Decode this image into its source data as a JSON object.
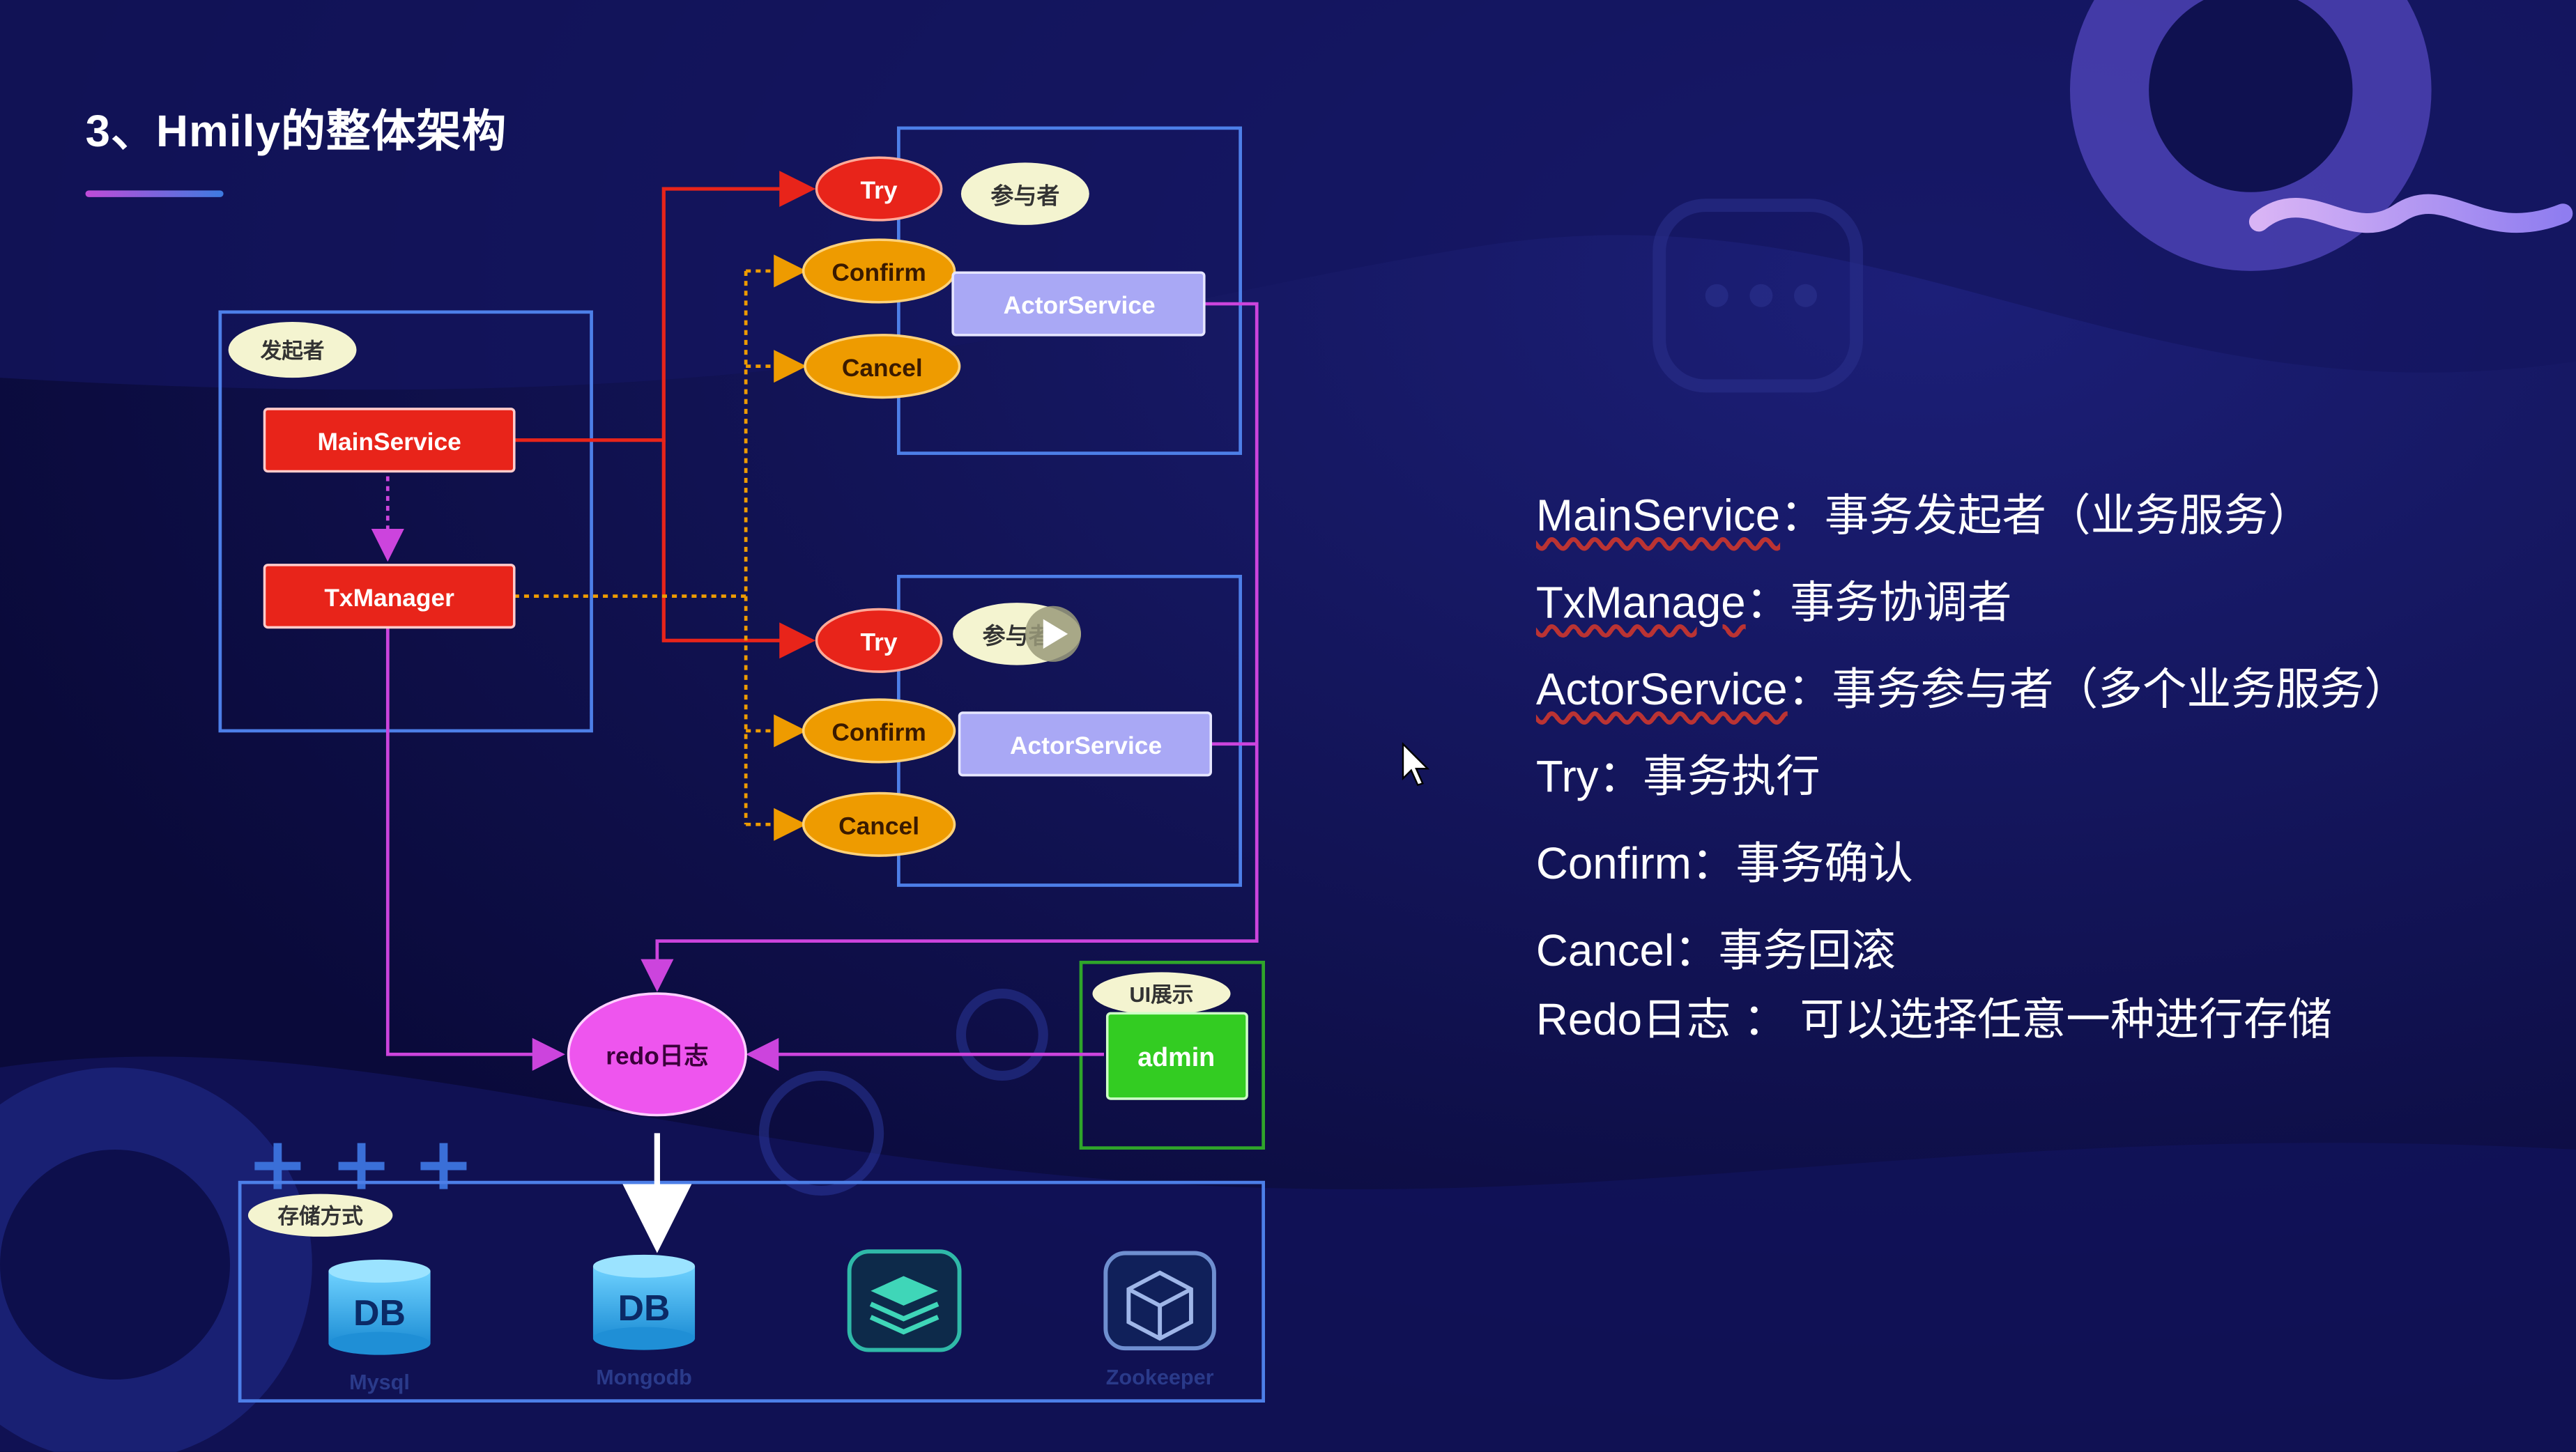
{
  "slide": {
    "title": "3、Hmily的整体架构"
  },
  "diagram": {
    "initiator_tag": "发起者",
    "main_service": "MainService",
    "tx_manager": "TxManager",
    "participant_tag": "参与者",
    "participant_groups": [
      {
        "try": "Try",
        "confirm": "Confirm",
        "cancel": "Cancel",
        "actor": "ActorService"
      },
      {
        "try": "Try",
        "confirm": "Confirm",
        "cancel": "Cancel",
        "actor": "ActorService"
      }
    ],
    "redo_log": "redo日志",
    "ui_tag": "UI展示",
    "admin": "admin",
    "storage_tag": "存储方式",
    "storages": [
      {
        "label": "Mysql",
        "icon": "database-icon",
        "glyph": "DB"
      },
      {
        "label": "Mongodb",
        "icon": "database-icon",
        "glyph": "DB"
      },
      {
        "label": "",
        "icon": "redis-stack-icon"
      },
      {
        "label": "Zookeeper",
        "icon": "zookeeper-cube-icon"
      }
    ],
    "colors": {
      "red_node": "#e8241a",
      "orange_node": "#ee9b00",
      "actor_node": "#a9a8f5",
      "redo_node": "#ee55ee",
      "admin_node": "#33cc22",
      "frame": "#4d7fe8",
      "magenta_line": "#cc44dd"
    }
  },
  "legend": [
    {
      "term": "MainService",
      "sep": "：",
      "desc": "事务发起者（业务服务）"
    },
    {
      "term": "TxManage",
      "sep": "：",
      "desc": "事务协调者"
    },
    {
      "term": "ActorService",
      "sep": "：",
      "desc": "事务参与者（多个业务服务）"
    },
    {
      "term": "Try",
      "sep": "：",
      "desc": "事务执行"
    },
    {
      "term": "Confirm",
      "sep": "：",
      "desc": "事务确认"
    },
    {
      "term": "Cancel",
      "sep": "：",
      "desc": "事务回滚"
    },
    {
      "term": "Redo日志",
      "sep": " ：",
      "desc": " 可以选择任意一种进行存储"
    }
  ]
}
